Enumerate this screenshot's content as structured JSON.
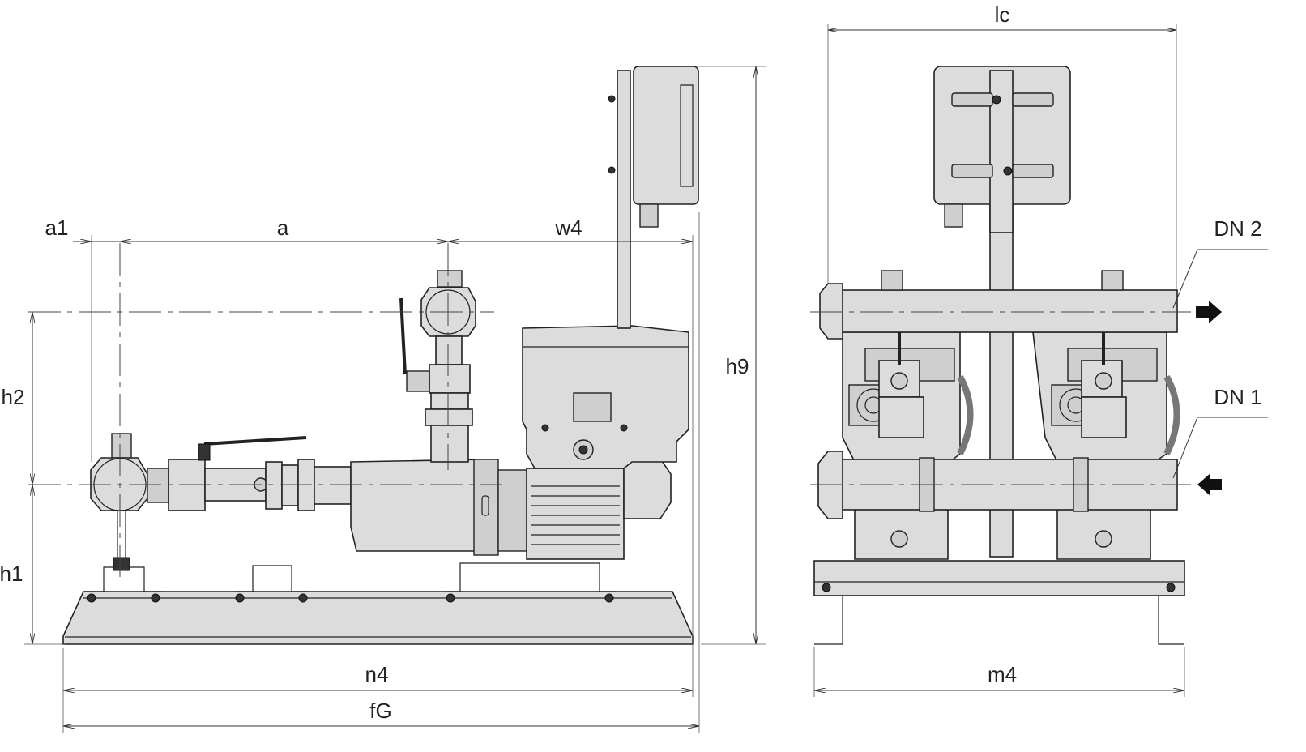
{
  "side_view": {
    "dimensions": {
      "a1": "a1",
      "a": "a",
      "w4": "w4",
      "h9": "h9",
      "h2": "h2",
      "h1": "h1",
      "n4": "n4",
      "fG": "fG"
    }
  },
  "front_view": {
    "dimensions": {
      "lc": "lc",
      "m4": "m4"
    },
    "connections": {
      "outlet": "DN 2",
      "inlet": "DN 1"
    }
  },
  "colors": {
    "part_fill": "#dcdcdc",
    "line": "#222222"
  }
}
